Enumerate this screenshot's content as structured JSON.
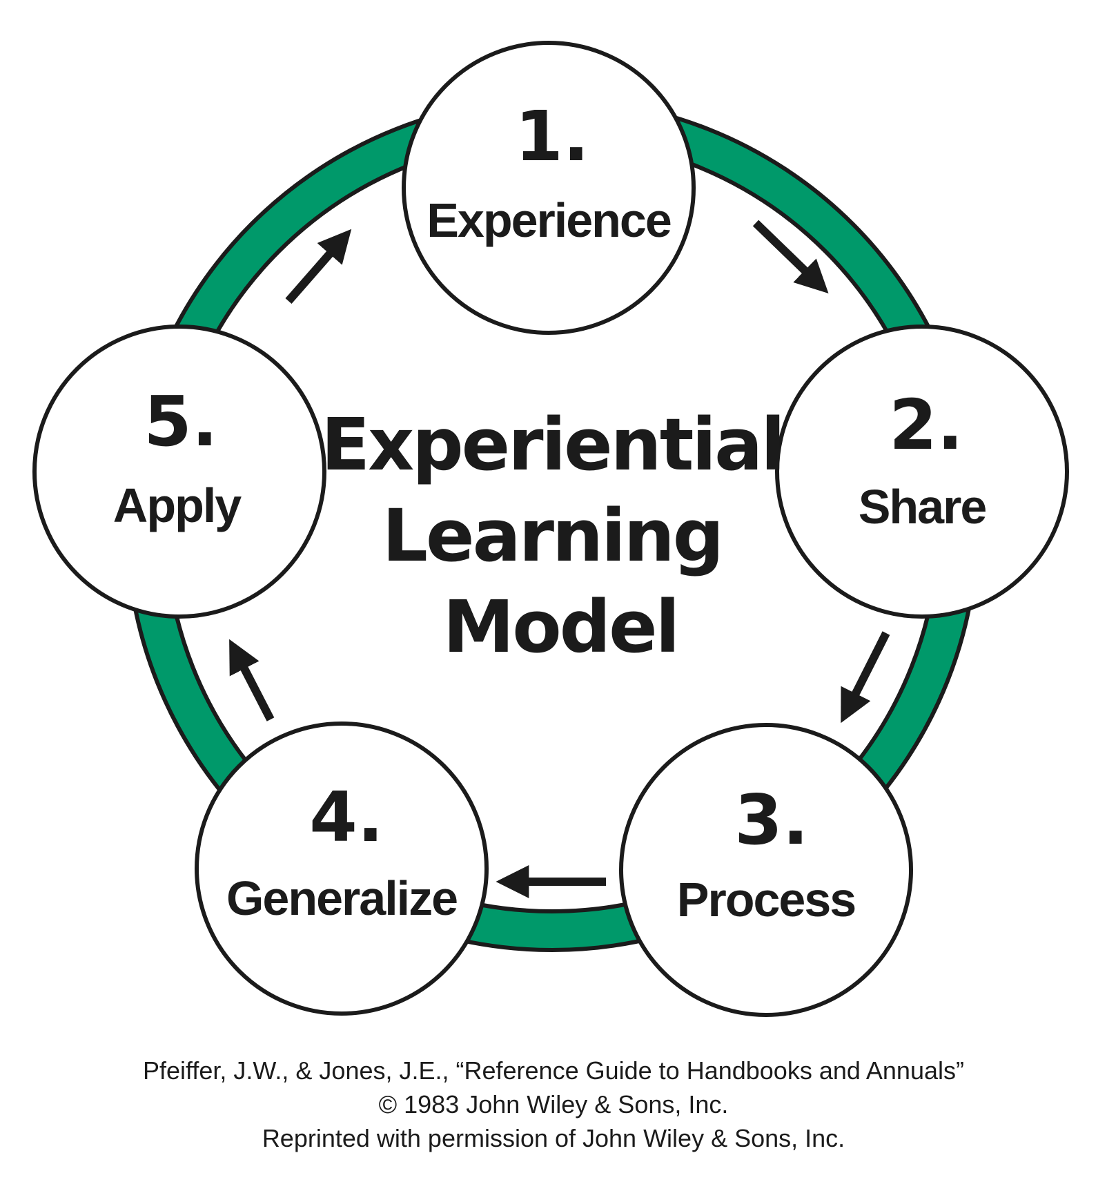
{
  "colors": {
    "ring": "#00996a",
    "ink": "#1b1b1b",
    "background": "#ffffff"
  },
  "title": {
    "lines": [
      "Experiential",
      "Learning",
      "Model"
    ]
  },
  "stages": [
    {
      "number": "1.",
      "label": "Experience"
    },
    {
      "number": "2.",
      "label": "Share"
    },
    {
      "number": "3.",
      "label": "Process"
    },
    {
      "number": "4.",
      "label": "Generalize"
    },
    {
      "number": "5.",
      "label": "Apply"
    }
  ],
  "arrows": [
    {
      "from": "1.",
      "to": "2.",
      "icon": "arrow-right-down-icon"
    },
    {
      "from": "2.",
      "to": "3.",
      "icon": "arrow-down-left-icon"
    },
    {
      "from": "3.",
      "to": "4.",
      "icon": "arrow-left-icon"
    },
    {
      "from": "4.",
      "to": "5.",
      "icon": "arrow-up-left-icon"
    },
    {
      "from": "5.",
      "to": "1.",
      "icon": "arrow-up-right-icon"
    }
  ],
  "citation": {
    "line1": "Pfeiffer, J.W., & Jones, J.E., “Reference Guide to Handbooks and Annuals”",
    "line2": "© 1983 John Wiley & Sons, Inc.",
    "line3": "Reprinted with permission of John Wiley & Sons, Inc."
  }
}
